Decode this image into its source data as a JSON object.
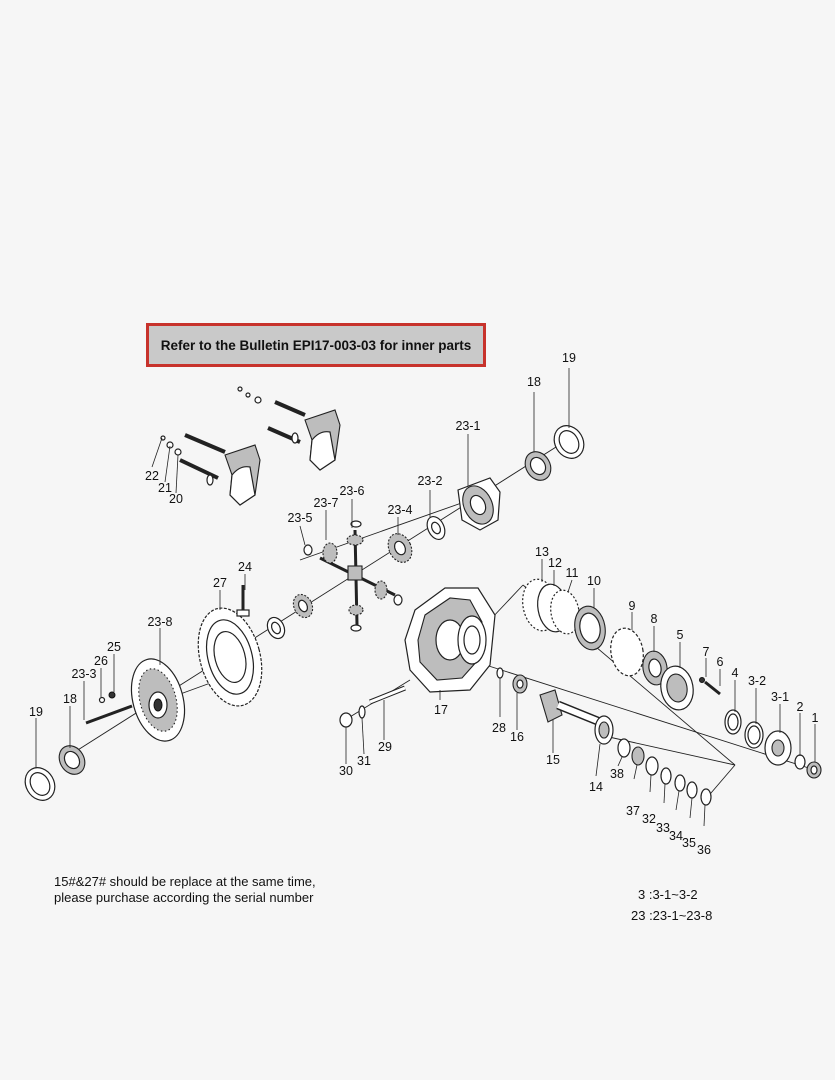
{
  "banner": {
    "text": "Refer to the Bulletin EPI17-003-03 for inner parts",
    "border_color": "#c7322b",
    "fill_color": "#c9c9c9"
  },
  "labels": {
    "l1": "1",
    "l2": "2",
    "l3_1": "3-1",
    "l3_2": "3-2",
    "l4": "4",
    "l5": "5",
    "l6": "6",
    "l7": "7",
    "l8": "8",
    "l9": "9",
    "l10": "10",
    "l11": "11",
    "l12": "12",
    "l13": "13",
    "l14": "14",
    "l15": "15",
    "l16": "16",
    "l17": "17",
    "l18a": "18",
    "l18b": "18",
    "l19a": "19",
    "l19b": "19",
    "l20": "20",
    "l21": "21",
    "l22": "22",
    "l23_1": "23-1",
    "l23_2": "23-2",
    "l23_3": "23-3",
    "l23_4": "23-4",
    "l23_5": "23-5",
    "l23_6": "23-6",
    "l23_7": "23-7",
    "l23_8": "23-8",
    "l24": "24",
    "l25": "25",
    "l26": "26",
    "l27": "27",
    "l28": "28",
    "l29": "29",
    "l30": "30",
    "l31": "31",
    "l32": "32",
    "l33": "33",
    "l34": "34",
    "l35": "35",
    "l36": "36",
    "l37": "37",
    "l38": "38"
  },
  "notes": {
    "replace_line1": "15#&27# should be replace at the same time,",
    "replace_line2": "please purchase according the serial number",
    "group3": "3 :3-1~3-2",
    "group23": "23 :23-1~23-8"
  }
}
